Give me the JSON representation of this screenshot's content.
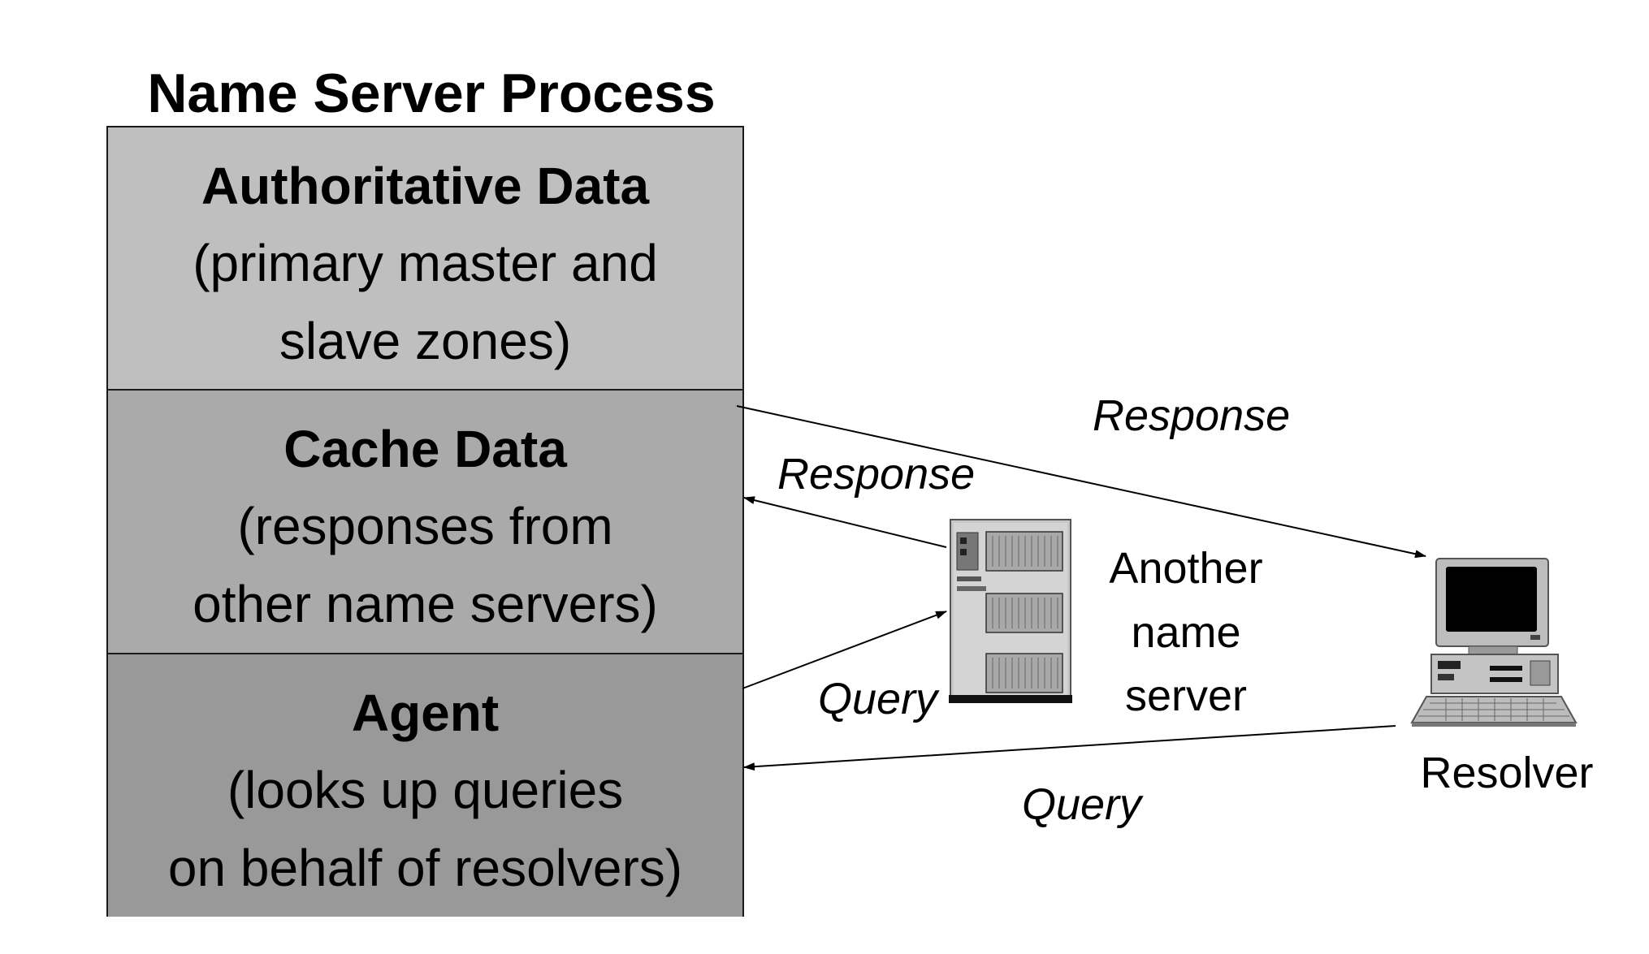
{
  "title": "Name Server Process",
  "layers": [
    {
      "head": "Authoritative Data",
      "line1": "(primary master and",
      "line2": "slave zones)"
    },
    {
      "head": "Cache Data",
      "line1": "(responses from",
      "line2": "other name servers)"
    },
    {
      "head": "Agent",
      "line1": "(looks up queries",
      "line2": "on behalf of resolvers)"
    }
  ],
  "labels": {
    "response_top": "Response",
    "response_mid": "Response",
    "query_mid": "Query",
    "query_bottom": "Query"
  },
  "another_server": {
    "line1": "Another",
    "line2": "name",
    "line3": "server"
  },
  "resolver": "Resolver",
  "icons": {
    "server": "server-tower-icon",
    "resolver": "desktop-computer-icon"
  }
}
